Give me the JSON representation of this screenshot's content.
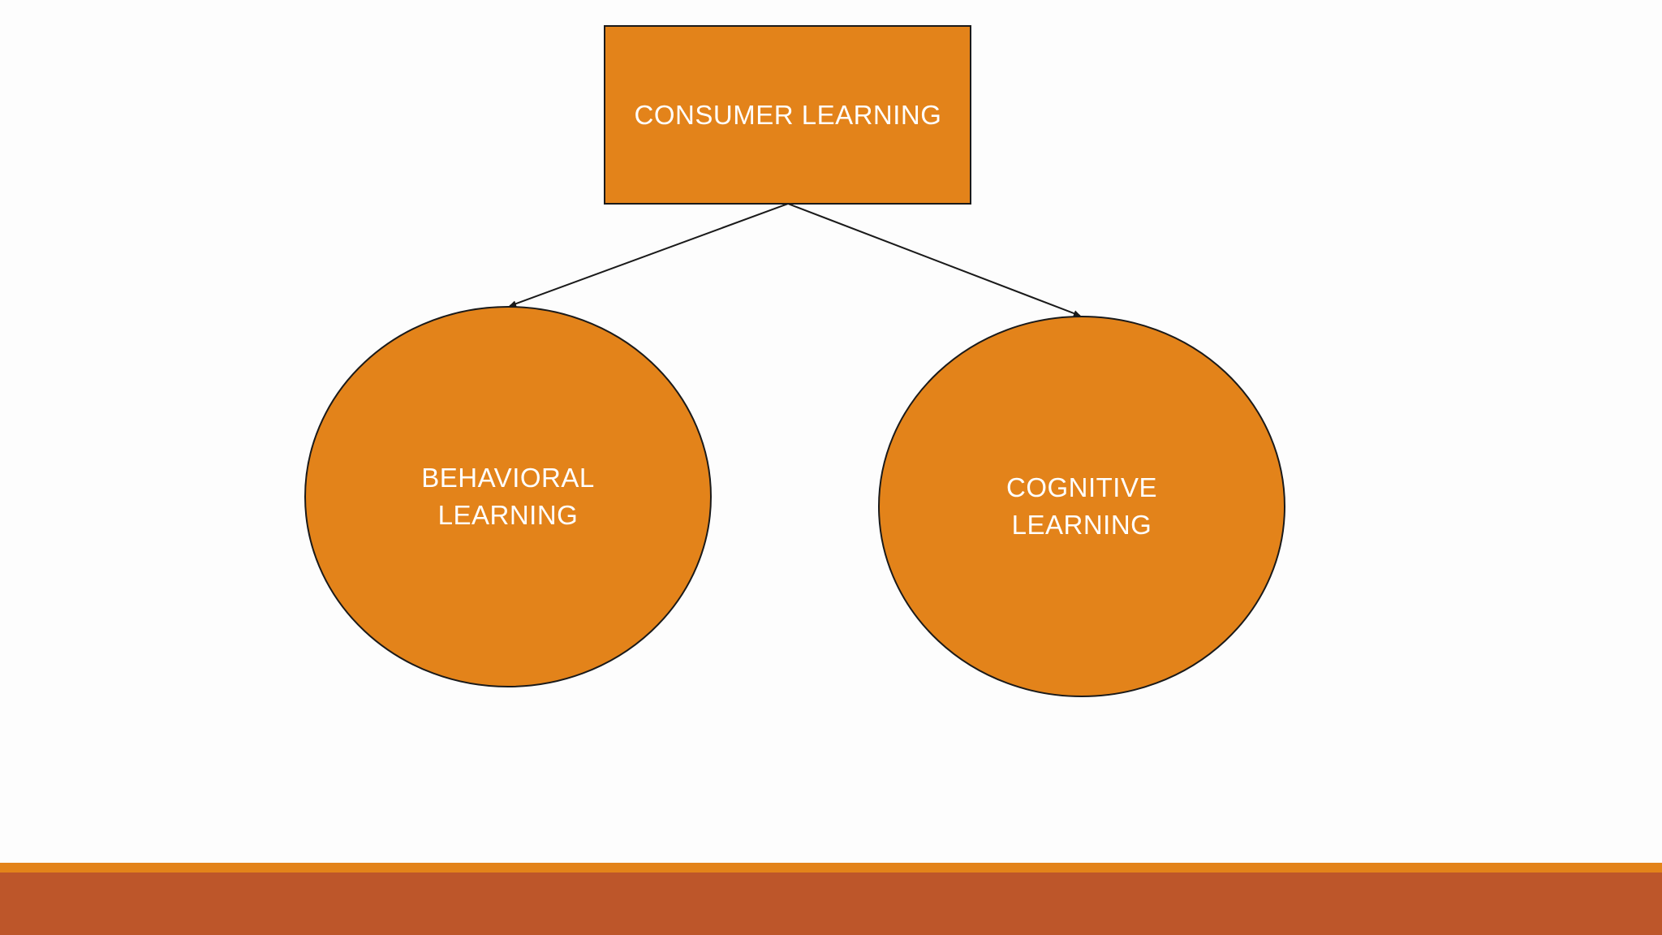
{
  "diagram": {
    "root": {
      "label": "CONSUMER LEARNING"
    },
    "children": [
      {
        "label_lines": [
          "BEHAVIORAL",
          "LEARNING"
        ]
      },
      {
        "label_lines": [
          "COGNITIVE",
          "LEARNING"
        ]
      }
    ]
  },
  "colors": {
    "node_fill": "#e3831a",
    "node_stroke": "#1a1a1a",
    "footer_stripe": "#e3831a",
    "footer_band": "#bd562a",
    "label_text": "#ffffff"
  }
}
